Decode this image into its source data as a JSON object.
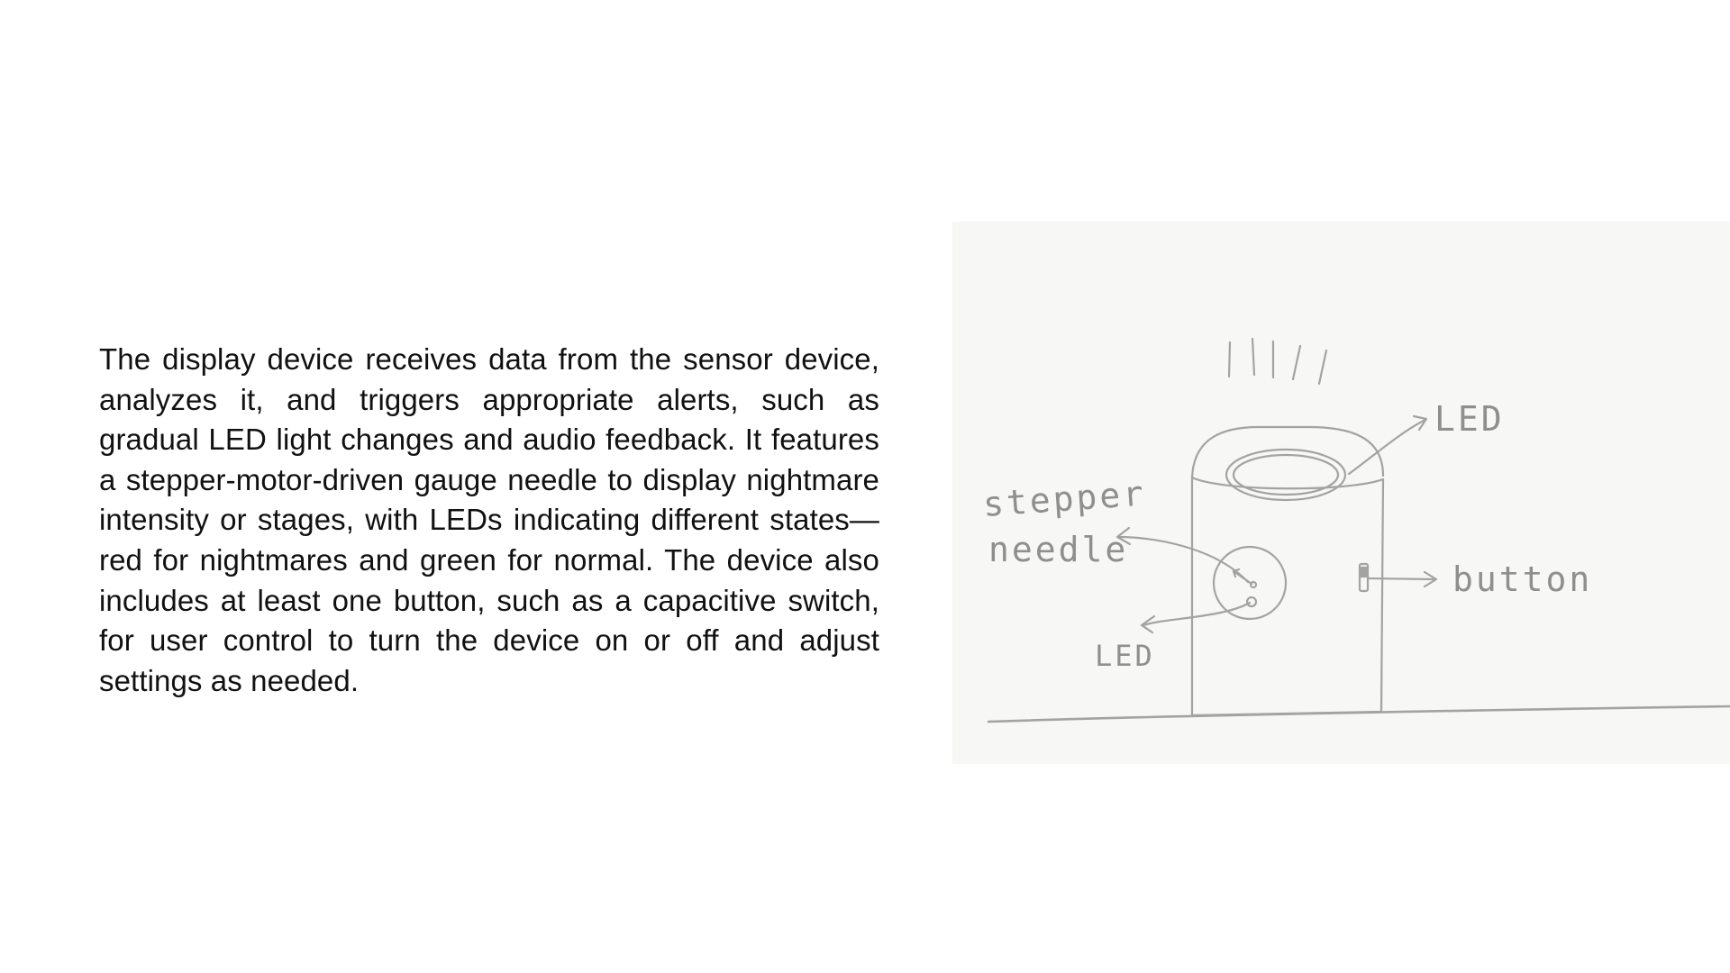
{
  "description": {
    "text": "The display device receives data from the sensor device, analyzes it, and triggers appropriate alerts, such as gradual LED light changes and audio feedback. It features a stepper-motor-driven gauge needle to display nightmare intensity or stages, with LEDs indicating different states—red for nightmares and green for normal. The device also includes at least one button, such as a capacitive switch, for user control to turn the device on or off and adjust settings as needed."
  },
  "sketch": {
    "labels": {
      "led_top": "LED",
      "stepper": "stepper",
      "needle": "needle",
      "button": "button",
      "led_bottom": "LED"
    },
    "colors": {
      "pencil": "#9a9a9a",
      "paper": "#f7f7f5"
    }
  }
}
